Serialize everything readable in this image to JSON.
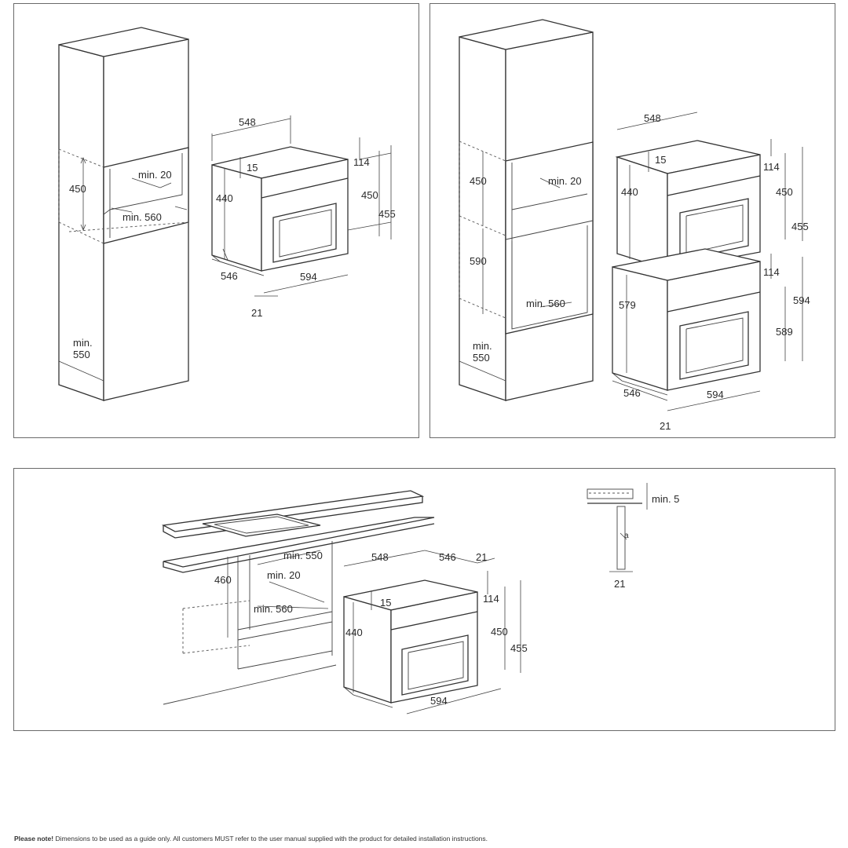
{
  "panel_a": {
    "labels": {
      "d548": "548",
      "d15": "15",
      "d114": "114",
      "d440": "440",
      "d450": "450",
      "d455": "455",
      "d546": "546",
      "d594": "594",
      "d21": "21",
      "cab450": "450",
      "min20": "min. 20",
      "min560": "min. 560",
      "min550a": "min.",
      "min550b": "550"
    }
  },
  "panel_b": {
    "labels": {
      "d548": "548",
      "d15": "15",
      "d114": "114",
      "d440": "440",
      "d450": "450",
      "d455": "455",
      "d114b": "114",
      "d579": "579",
      "d594": "594",
      "d589": "589",
      "d546": "546",
      "d594w": "594",
      "d21": "21",
      "cab450": "450",
      "cab590": "590",
      "min20": "min. 20",
      "min560": "min. 560",
      "min550a": "min.",
      "min550b": "550"
    }
  },
  "panel_c": {
    "labels": {
      "min550": "min. 550",
      "min20": "min. 20",
      "d460": "460",
      "min560": "min. 560",
      "d548": "548",
      "d546": "546",
      "d21": "21",
      "d15": "15",
      "d114": "114",
      "d440": "440",
      "d450": "450",
      "d455": "455",
      "d594": "594",
      "min5": "min. 5",
      "a": "a",
      "d21b": "21"
    }
  },
  "footnote": {
    "bold": "Please note!",
    "text": " Dimensions to be used as a guide only. All customers MUST refer to the user manual supplied with the product for detailed installation instructions."
  }
}
